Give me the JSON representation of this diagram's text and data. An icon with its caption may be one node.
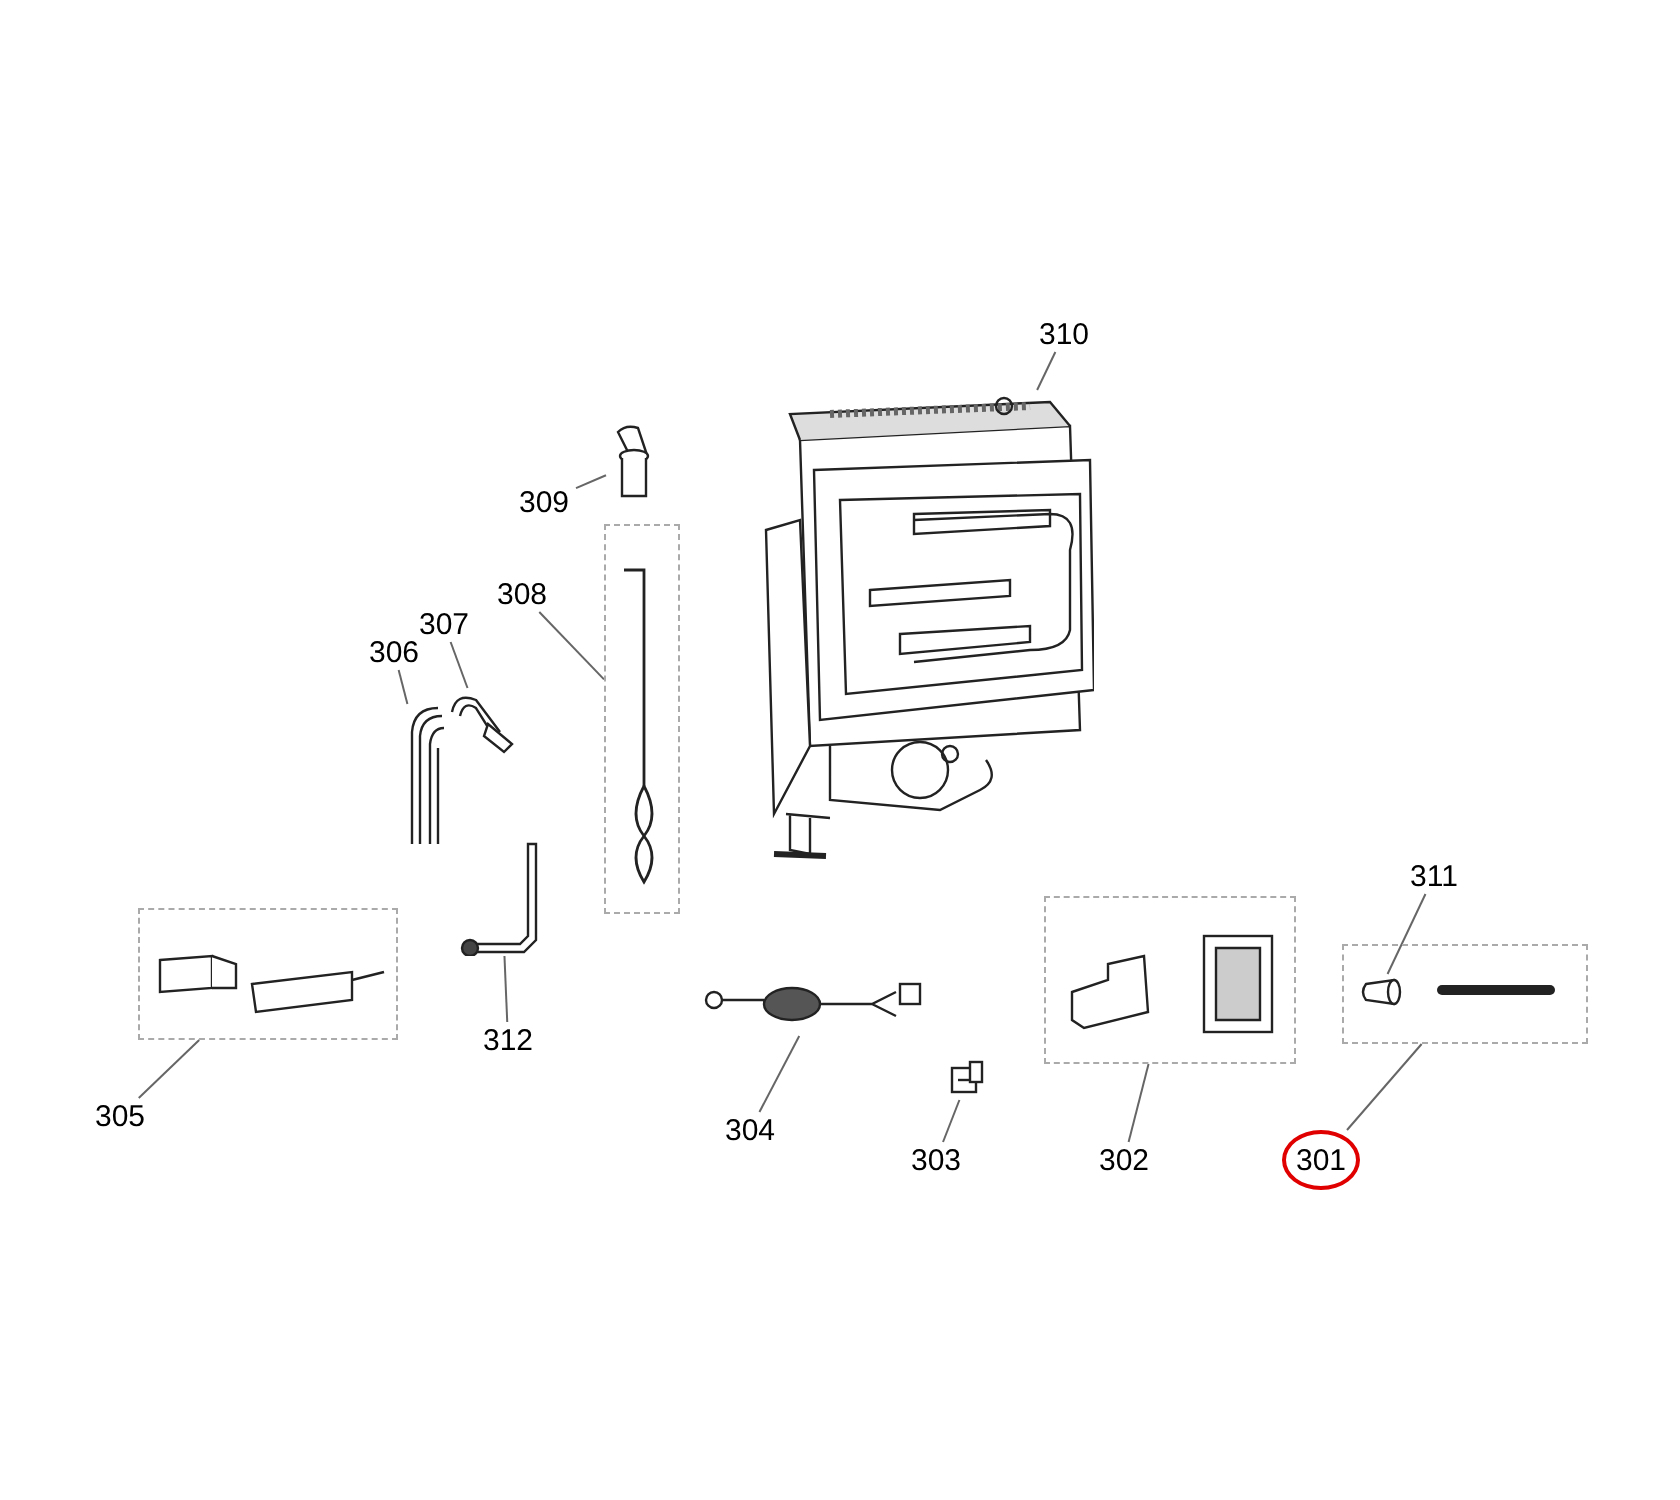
{
  "diagram": {
    "nodes": [
      {
        "text": [
          "310"
        ]
      },
      {
        "text": [],
        "shape": "picture"
      },
      {
        "text": [
          "309"
        ]
      },
      {
        "text": [],
        "shape": "picture"
      },
      {
        "text": [
          "308"
        ]
      },
      {
        "text": [],
        "shape": "box"
      },
      {
        "text": [
          "307"
        ]
      },
      {
        "text": [],
        "shape": "picture"
      },
      {
        "text": [
          "306"
        ]
      },
      {
        "text": [],
        "shape": "picture"
      },
      {
        "text": [
          "312"
        ]
      },
      {
        "text": [],
        "shape": "picture"
      },
      {
        "text": [
          "305"
        ]
      },
      {
        "text": [],
        "shape": "box"
      },
      {
        "text": [
          "304"
        ]
      },
      {
        "text": [],
        "shape": "picture"
      },
      {
        "text": [
          "303"
        ]
      },
      {
        "text": [],
        "shape": "picture"
      },
      {
        "text": [
          "302"
        ]
      },
      {
        "text": [],
        "shape": "box"
      },
      {
        "text": [
          "311"
        ]
      },
      {
        "text": [],
        "shape": "box"
      },
      {
        "text": [],
        "shape": "picture",
        "in": 21
      },
      {
        "text": [
          "301"
        ]
      }
    ],
    "edges": [
      {
        "from": 0,
        "to": 1,
        "arrow": "none"
      },
      {
        "from": 2,
        "to": 3,
        "arrow": "none"
      },
      {
        "from": 4,
        "to": 5,
        "arrow": "none"
      },
      {
        "from": 6,
        "to": 7,
        "arrow": "none"
      },
      {
        "from": 8,
        "to": 9,
        "arrow": "none"
      },
      {
        "from": 10,
        "to": 11,
        "arrow": "none"
      },
      {
        "from": 12,
        "to": 13,
        "arrow": "none"
      },
      {
        "from": 14,
        "to": 15,
        "arrow": "none"
      },
      {
        "from": 16,
        "to": 17,
        "arrow": "none"
      },
      {
        "from": 18,
        "to": 19,
        "arrow": "none"
      },
      {
        "from": 20,
        "to": 22,
        "arrow": "none"
      },
      {
        "from": 23,
        "to": 21,
        "arrow": "none"
      }
    ]
  }
}
